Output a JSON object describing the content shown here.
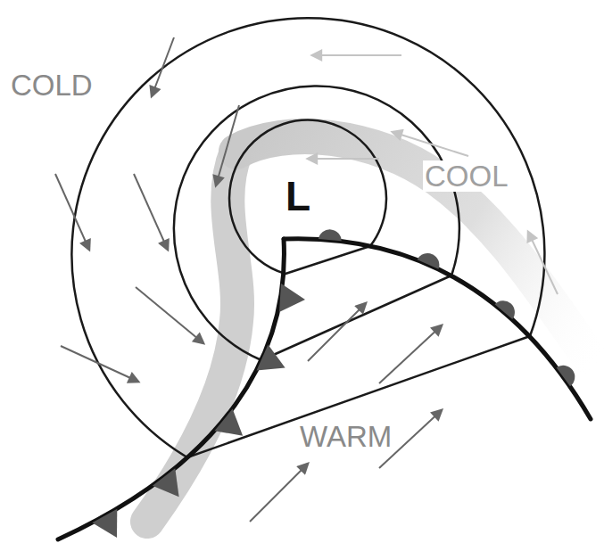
{
  "diagram": {
    "labels": [
      "COLD",
      "COOL",
      "L",
      "WARM"
    ]
  }
}
